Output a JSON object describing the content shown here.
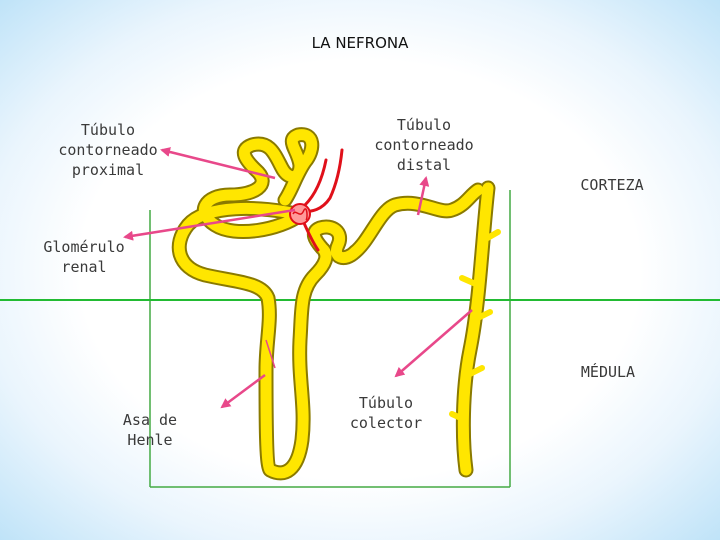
{
  "title": "LA NEFRONA",
  "labels": {
    "proximal": [
      "Túbulo",
      "contorneado",
      "proximal"
    ],
    "distal": [
      "Túbulo",
      "contorneado",
      "distal"
    ],
    "glomerulo": [
      "Glomérulo",
      "renal"
    ],
    "corteza": "CORTEZA",
    "medula": "MÉDULA",
    "henle": [
      "Asa de",
      "Henle"
    ],
    "colector": [
      "Túbulo",
      "colector"
    ]
  },
  "colors": {
    "tubule": "#ffe600",
    "tubule_outline": "#8a7a00",
    "vessel": "#e0101a",
    "arrow": "#e8488a",
    "boundary": "#22bb33",
    "region_frame": "#44aa44"
  }
}
